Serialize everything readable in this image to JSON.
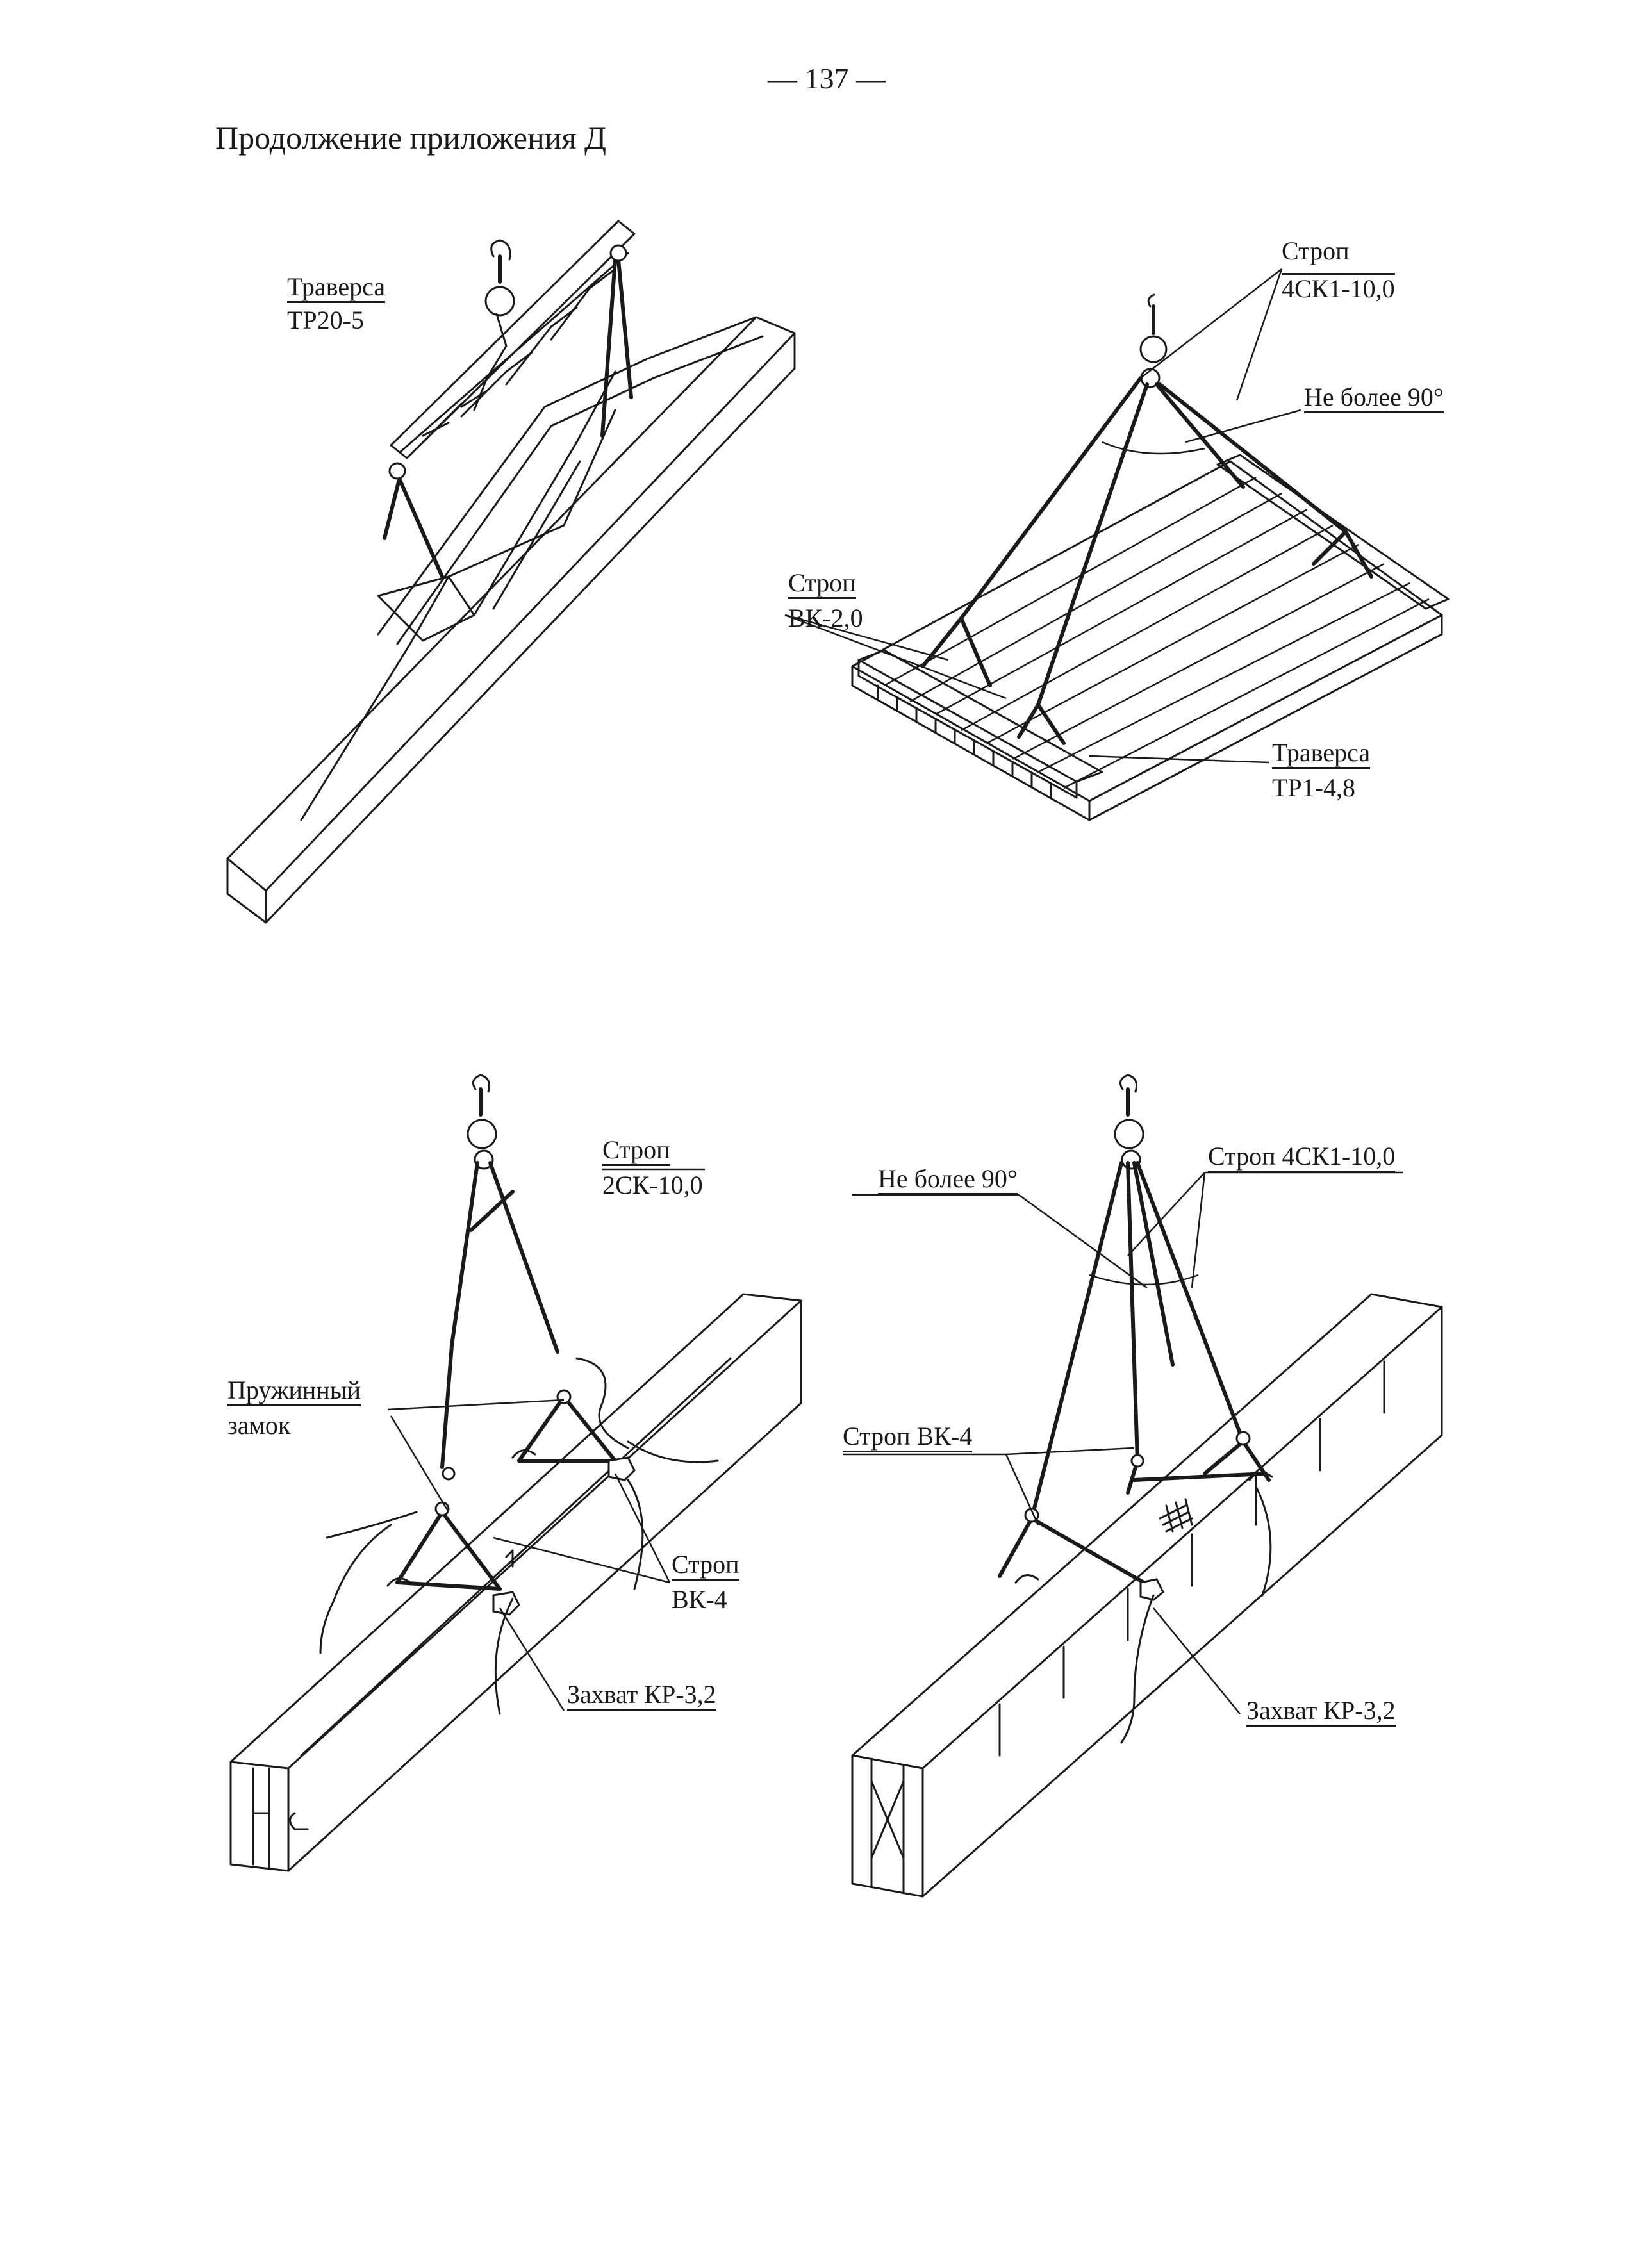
{
  "page": {
    "number": "— 137 —",
    "heading": "Продолжение приложения Д"
  },
  "figure_1": {
    "traverse_label_1": "Траверса",
    "traverse_label_2": "ТР20-5"
  },
  "figure_2": {
    "sling_top_1": "Строп",
    "sling_top_2": "4СК1-10,0",
    "angle": "Не более 90°",
    "sling_left_1": "Строп",
    "sling_left_2": "ВК-2,0",
    "traverse_1": "Траверса",
    "traverse_2": "ТР1-4,8"
  },
  "figure_3": {
    "sling_1": "Строп",
    "sling_2": "2СК-10,0",
    "lock_1": "Пружинный",
    "lock_2": "замок",
    "sling_vk_1": "Строп",
    "sling_vk_2": "ВК-4",
    "grip": "Захват КР-3,2"
  },
  "figure_4": {
    "angle": "Не более 90°",
    "sling_top": "Строп 4СК1-10,0",
    "sling_vk": "Строп ВК-4",
    "grip": "Захват КР-3,2"
  }
}
